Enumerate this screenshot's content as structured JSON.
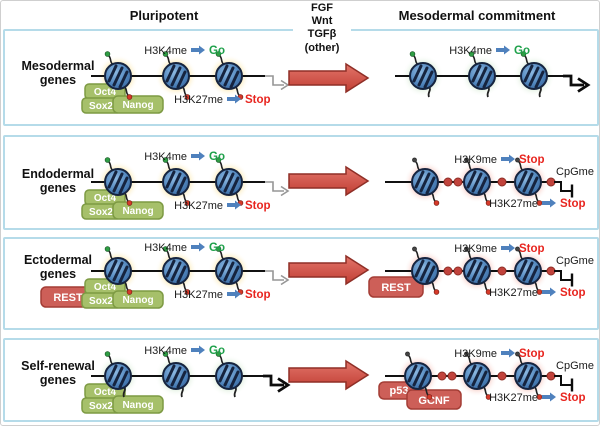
{
  "header": {
    "left_title": "Pluripotent",
    "right_title": "Mesodermal commitment",
    "signals": [
      "FGF",
      "Wnt",
      "TGFβ",
      "(other)"
    ]
  },
  "colors": {
    "panel_border": "#b5dbe9",
    "go_green": "#1fa14b",
    "stop_red": "#e8251f",
    "big_arrow_red": "#d9534a",
    "factor_box_green": "#a6c06a",
    "factor_box_red": "#cd5f58",
    "nucleosome_blue": "#4f7fb5",
    "glow_active_yellow": "#f6cf5f",
    "glow_active_green": "#b9dc8c",
    "glow_silenced_red": "#ee8576",
    "methyl_dot_red": "#c1433c",
    "mini_arrow_blue": "#4f81bd"
  },
  "panels": [
    {
      "label1": "Mesodermal",
      "label2": "genes",
      "left": {
        "mark_top": "H3K4me",
        "res_top": "Go",
        "mark_bot": "H3K27me",
        "res_bot": "Stop",
        "oct4": "Oct4",
        "sox2": "Sox2",
        "nanog": "Nanog"
      },
      "right": {
        "mark_top": "H3K4me",
        "res_top": "Go"
      }
    },
    {
      "label1": "Endodermal",
      "label2": "genes",
      "left": {
        "mark_top": "H3K4me",
        "res_top": "Go",
        "mark_bot": "H3K27me",
        "res_bot": "Stop",
        "oct4": "Oct4",
        "sox2": "Sox2",
        "nanog": "Nanog"
      },
      "right": {
        "mark_top": "H3K9me",
        "res_top": "Stop",
        "mark_bot": "H3K27me",
        "res_bot": "Stop",
        "cpg": "CpGme"
      }
    },
    {
      "label1": "Ectodermal",
      "label2": "genes",
      "left": {
        "mark_top": "H3K4me",
        "res_top": "Go",
        "mark_bot": "H3K27me",
        "res_bot": "Stop",
        "rest": "REST",
        "oct4": "Oct4",
        "sox2": "Sox2",
        "nanog": "Nanog"
      },
      "right": {
        "mark_top": "H3K9me",
        "res_top": "Stop",
        "mark_bot": "H3K27me",
        "res_bot": "Stop",
        "cpg": "CpGme",
        "rest": "REST"
      }
    },
    {
      "label1": "Self-renewal",
      "label2": "genes",
      "left": {
        "mark_top": "H3K4me",
        "res_top": "Go",
        "oct4": "Oct4",
        "sox2": "Sox2",
        "nanog": "Nanog"
      },
      "right": {
        "mark_top": "H3K9me",
        "res_top": "Stop",
        "mark_bot": "H3K27me",
        "res_bot": "Stop",
        "cpg": "CpGme",
        "p53": "p53",
        "gcnf": "GCNF"
      }
    }
  ]
}
